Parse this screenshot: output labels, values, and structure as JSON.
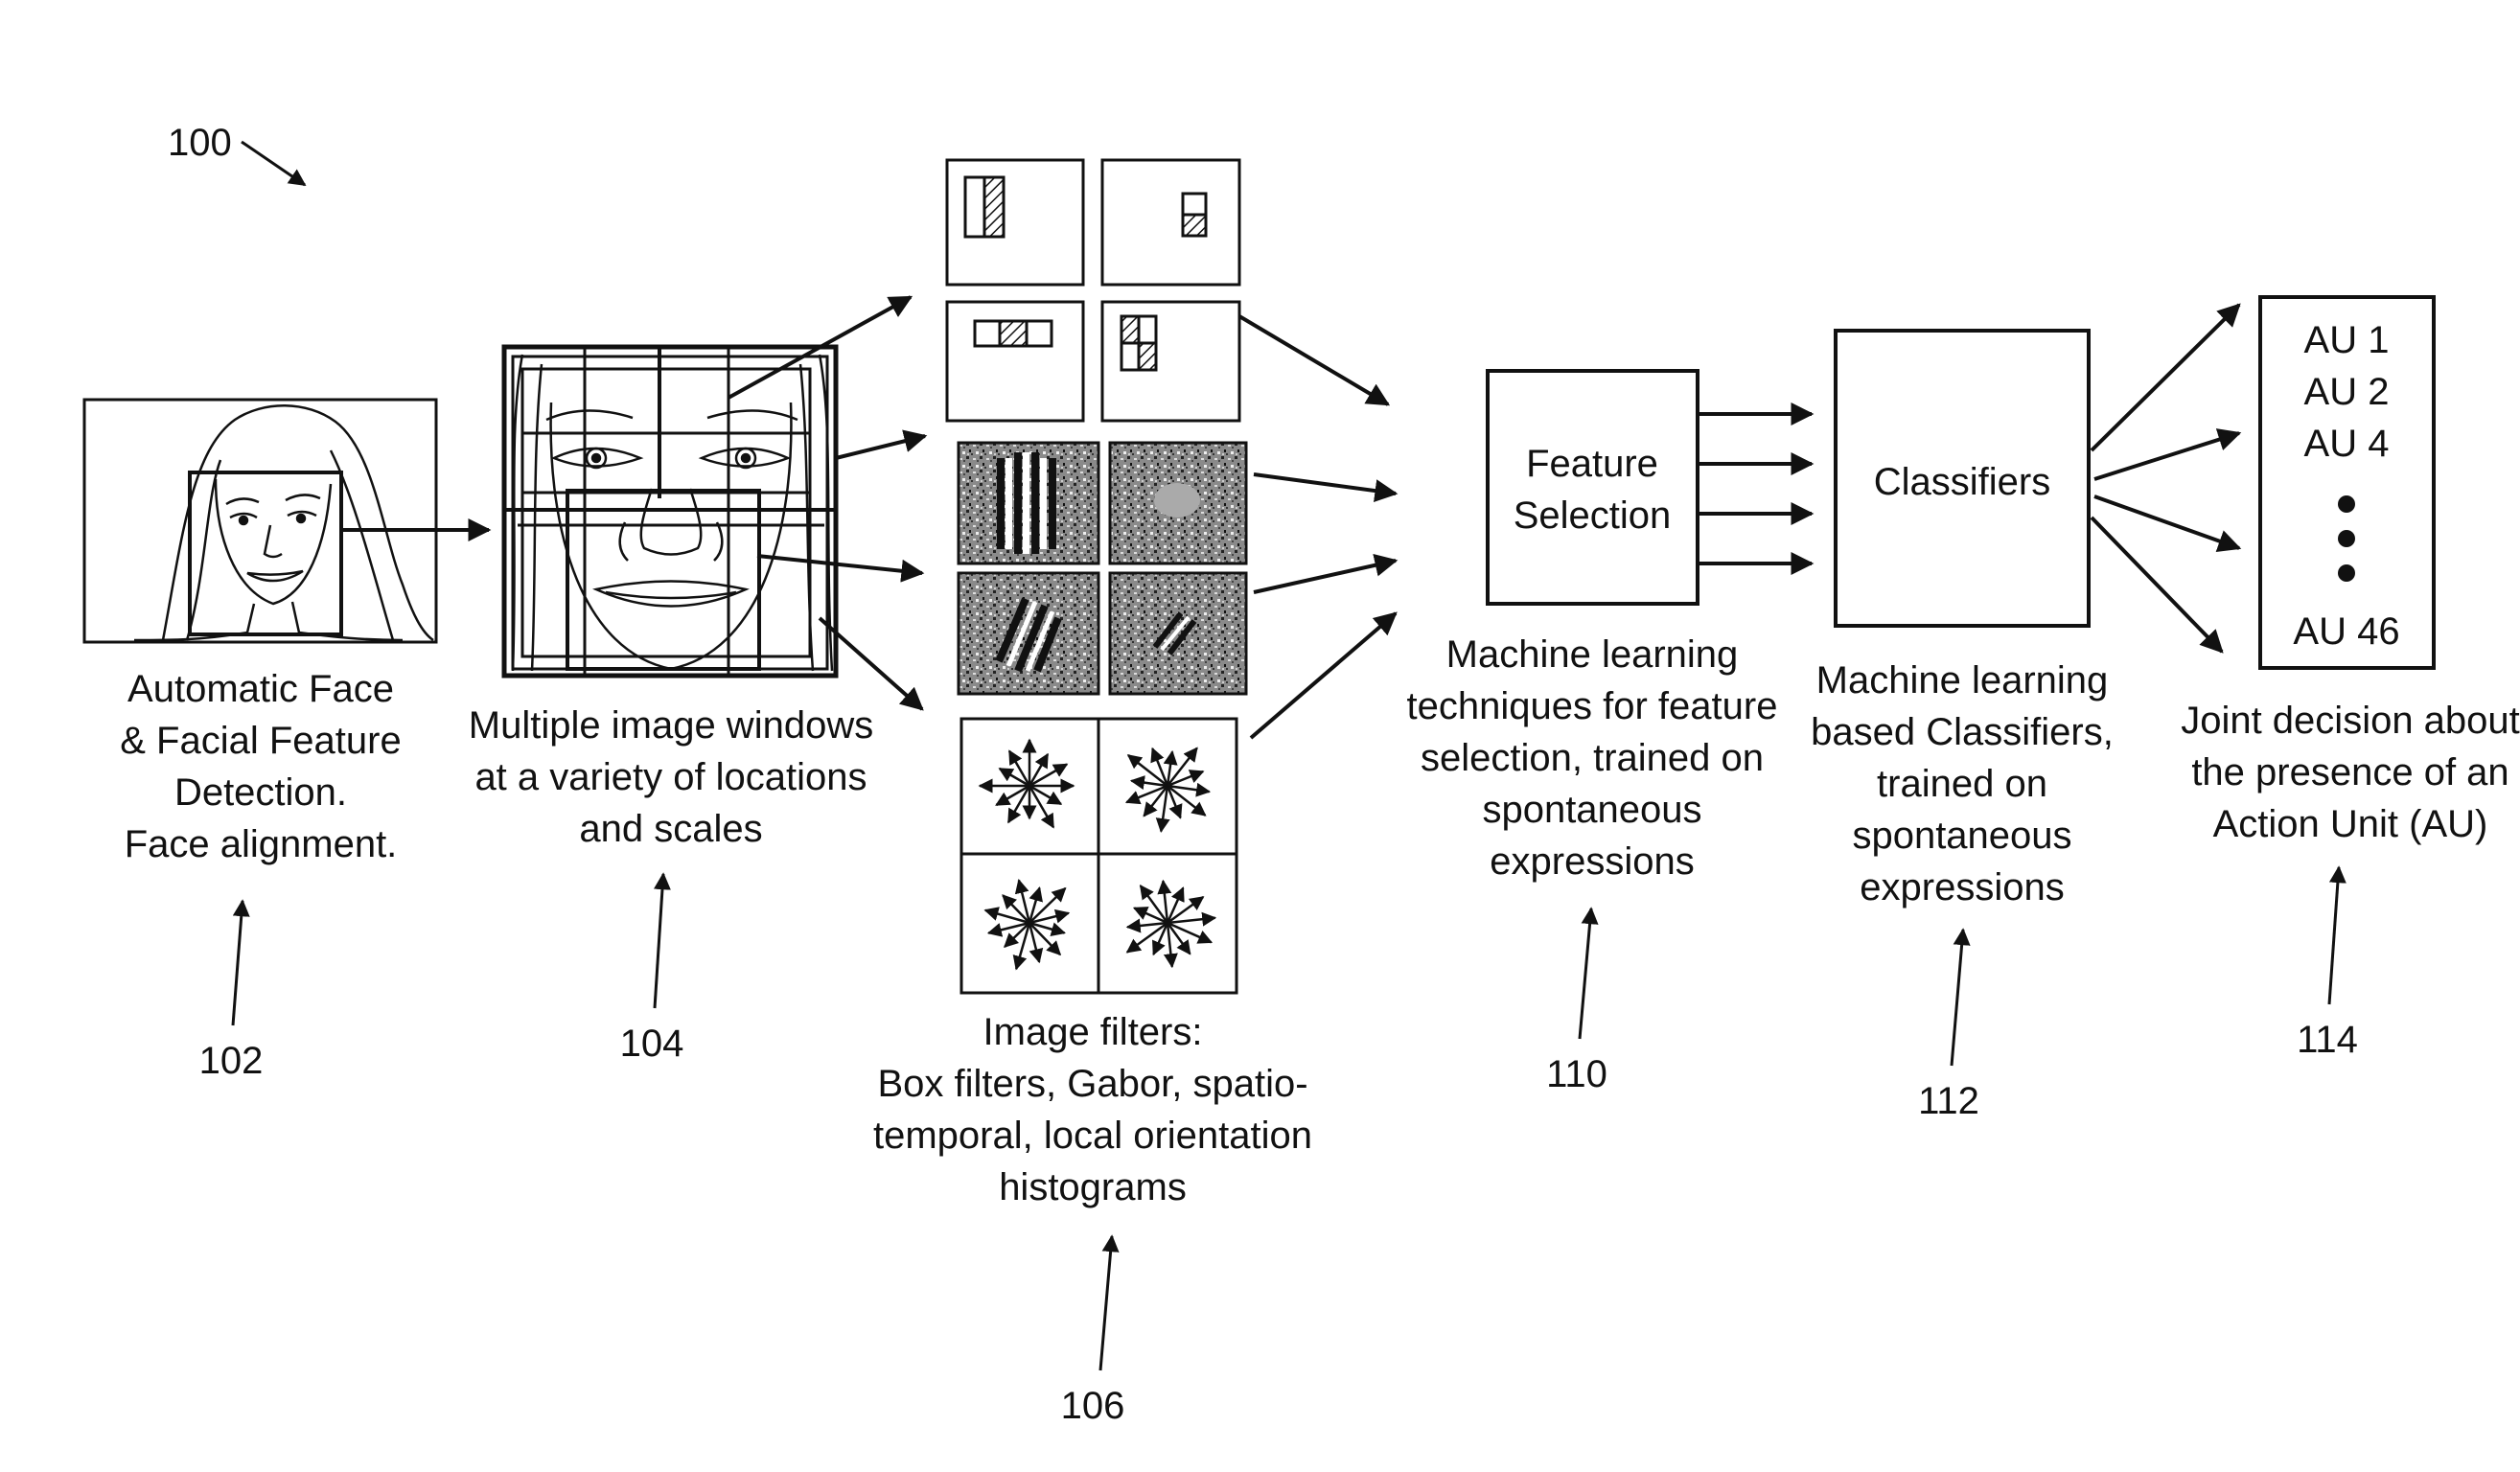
{
  "figure_number": "100",
  "stages": {
    "face_detection": {
      "ref": "102",
      "caption": [
        "Automatic Face",
        "& Facial Feature",
        "Detection.",
        "Face alignment."
      ]
    },
    "image_windows": {
      "ref": "104",
      "caption": [
        "Multiple image windows",
        "at a variety of locations",
        "and scales"
      ]
    },
    "image_filters": {
      "ref": "106",
      "caption": [
        "Image filters:",
        "Box filters, Gabor, spatio-",
        "temporal, local orientation",
        "histograms"
      ]
    },
    "feature_selection": {
      "ref": "110",
      "label": [
        "Feature",
        "Selection"
      ],
      "caption": [
        "Machine learning",
        "techniques for feature",
        "selection, trained on",
        "spontaneous",
        "expressions"
      ]
    },
    "classifiers": {
      "ref": "112",
      "label": "Classifiers",
      "caption": [
        "Machine learning",
        "based Classifiers,",
        "trained on",
        "spontaneous",
        "expressions"
      ]
    },
    "action_units": {
      "ref": "114",
      "items": [
        "AU 1",
        "AU 2",
        "AU 4",
        "AU 46"
      ],
      "caption": [
        "Joint decision about",
        "the presence of an",
        "Action Unit (AU)"
      ]
    }
  }
}
